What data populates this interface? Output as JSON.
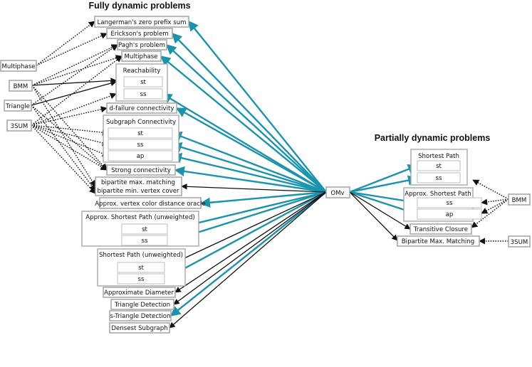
{
  "titles": {
    "fully": "Fully dynamic problems",
    "partially": "Partially dynamic problems"
  },
  "hub": "OMv",
  "fully_problems": [
    "Langerman's zero prefix sum",
    "Erickson's problem",
    "Pagh's problem",
    "Multiphase",
    "Reachability",
    "d-failure connectivity",
    "Subgraph Connectivity",
    "Strong connectivity",
    "bipartite max. matching",
    "bipartite min. vertex cover",
    "Approx. vertex color distance oracle",
    "Approx. Shortest Path (unweighted)",
    "Shortest Path (unweighted)",
    "Approximate Diameter",
    "Triangle Detection",
    "s-Triangle Detection",
    "Densest Subgraph"
  ],
  "partial_problems": [
    "Shortest Path",
    "Approx. Shortest Path",
    "Transitive Closure",
    "Bipartite Max. Matching"
  ],
  "variants": {
    "st": "st",
    "ss": "ss",
    "ap": "ap"
  },
  "left_sources": [
    "Multiphase",
    "BMM",
    "Triangle",
    "3SUM"
  ],
  "right_sources": [
    "BMM",
    "3SUM"
  ],
  "colors": {
    "teal": "#1a93ad",
    "black": "#111111",
    "box_border": "#a9a9a9"
  },
  "legend": {
    "teal_arrow": "",
    "black_arrow": "",
    "dotted_arrow": ""
  }
}
